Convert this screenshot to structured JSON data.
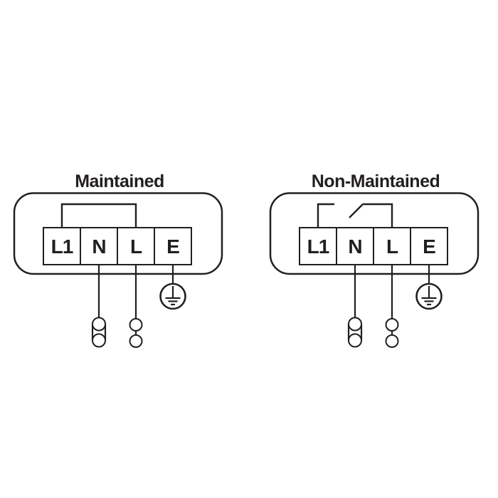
{
  "colors": {
    "line": "#231f20",
    "background": "#ffffff"
  },
  "diagrams": [
    {
      "title": "Maintained",
      "terminals": [
        "L1",
        "N",
        "L",
        "E"
      ],
      "link_between_L1_and_L": "permanent solid link",
      "symbols": [
        "two-circle-capsule-connector",
        "two-circle-connector",
        "protective-earth-icon"
      ]
    },
    {
      "title": "Non-Maintained",
      "terminals": [
        "L1",
        "N",
        "L",
        "E"
      ],
      "link_between_L1_and_L": "open switch link",
      "symbols": [
        "two-circle-capsule-connector",
        "two-circle-connector",
        "protective-earth-icon"
      ]
    }
  ]
}
